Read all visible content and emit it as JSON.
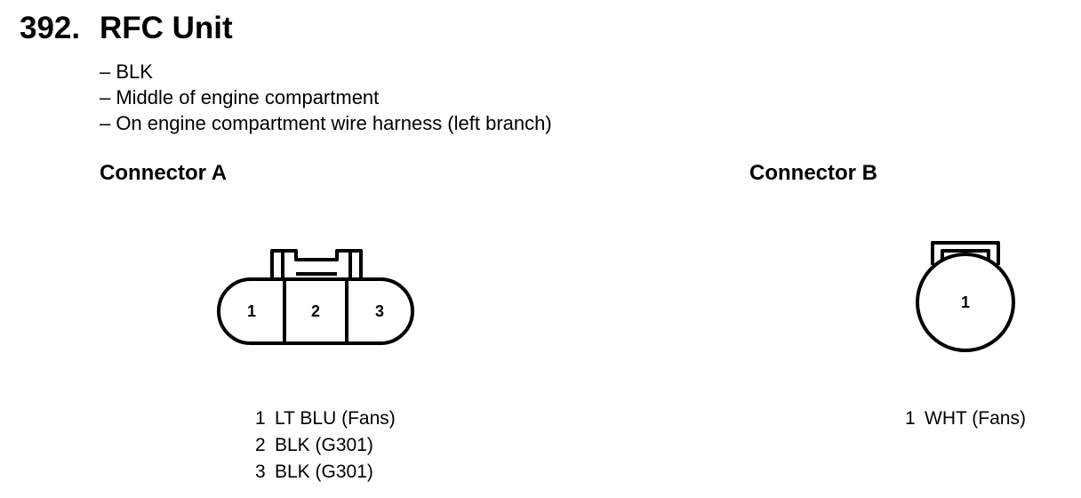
{
  "header": {
    "number": "392.",
    "title": "RFC Unit"
  },
  "details": [
    "– BLK",
    "– Middle of engine compartment",
    "– On engine compartment wire harness (left branch)"
  ],
  "connectors": [
    {
      "title": "Connector A",
      "terminal_labels": [
        "1",
        "2",
        "3"
      ],
      "pins": [
        {
          "pin": "1",
          "wire": "LT BLU (Fans)"
        },
        {
          "pin": "2",
          "wire": "BLK (G301)"
        },
        {
          "pin": "3",
          "wire": "BLK (G301)"
        }
      ]
    },
    {
      "title": "Connector B",
      "terminal_labels": [
        "1"
      ],
      "pins": [
        {
          "pin": "1",
          "wire": "WHT (Fans)"
        }
      ]
    }
  ]
}
